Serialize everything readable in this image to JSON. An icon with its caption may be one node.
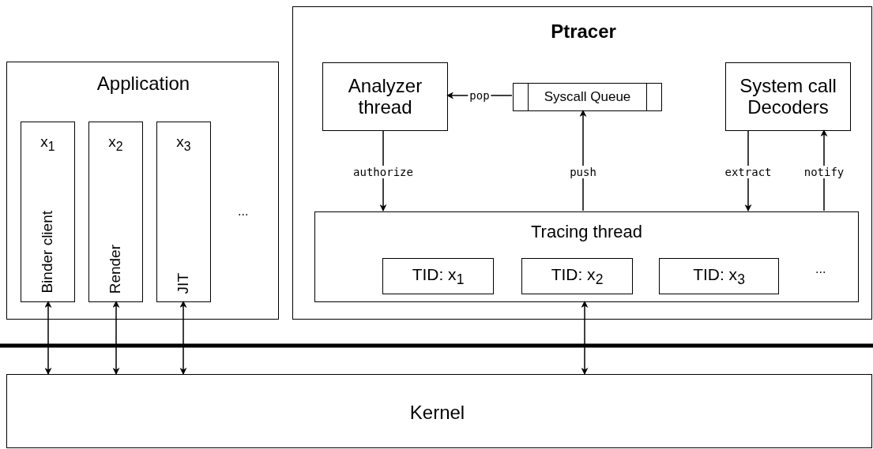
{
  "diagram": {
    "nodes": [
      {
        "text": [
          "Application"
        ]
      },
      {
        "text": [
          "x$_{1}$",
          "Binder client"
        ],
        "in": 0
      },
      {
        "text": [
          "x$_{2}$",
          "Render"
        ],
        "in": 0
      },
      {
        "text": [
          "x$_{3}$",
          "JIT"
        ],
        "in": 0
      },
      {
        "text": [
          "Ptracer"
        ]
      },
      {
        "text": [
          "Analyzer thread"
        ],
        "in": 4
      },
      {
        "text": [
          "Syscall Queue"
        ],
        "in": 4
      },
      {
        "text": [
          "System call Decoders"
        ],
        "in": 4
      },
      {
        "text": [
          "Tracing thread"
        ],
        "in": 4
      },
      {
        "text": [
          "TID: x$_{1}$"
        ],
        "in": 8
      },
      {
        "text": [
          "TID: x$_{2}$"
        ],
        "in": 8
      },
      {
        "text": [
          "TID: x$_{3}$"
        ],
        "in": 8
      },
      {
        "text": [
          "Kernel"
        ]
      }
    ],
    "edges": [
      {
        "from": 6,
        "to": 5,
        "arrow": "to",
        "label": "pop"
      },
      {
        "from": 5,
        "to": 8,
        "arrow": "to",
        "label": "authorize"
      },
      {
        "from": 8,
        "to": 6,
        "arrow": "to",
        "label": "push"
      },
      {
        "from": 7,
        "to": 8,
        "arrow": "to",
        "label": "extract"
      },
      {
        "from": 8,
        "to": 7,
        "arrow": "to",
        "label": "notify"
      },
      {
        "from": 12,
        "to": 1,
        "arrow": "both"
      },
      {
        "from": 12,
        "to": 2,
        "arrow": "both"
      },
      {
        "from": 12,
        "to": 3,
        "arrow": "both"
      },
      {
        "from": 12,
        "to": 8,
        "arrow": "both"
      }
    ],
    "labels": [
      "...",
      "..."
    ]
  }
}
